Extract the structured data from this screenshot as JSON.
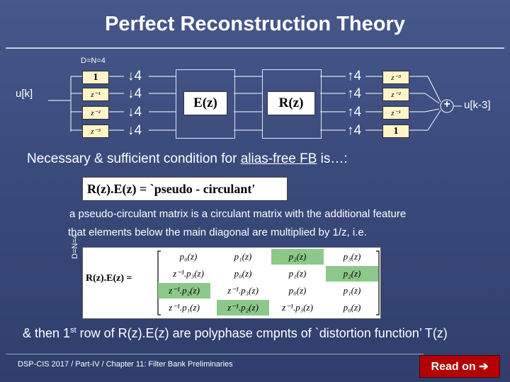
{
  "slide": {
    "title": "Perfect Reconstruction Theory",
    "dn_label_top": "D=N=4",
    "input_label": "u[k]",
    "output_label": "u[k-3]",
    "analysis_delays": [
      "1",
      "z⁻¹",
      "z⁻²",
      "z⁻³"
    ],
    "downsample_symbols": [
      "↓4",
      "↓4",
      "↓4",
      "↓4"
    ],
    "E_block": "E(z)",
    "R_block": "R(z)",
    "upsample_symbols": [
      "↑4",
      "↑4",
      "↑4",
      "↑4"
    ],
    "synthesis_delays": [
      "z⁻³",
      "z⁻²",
      "z⁻¹",
      "1"
    ],
    "sum_symbol": "+",
    "condition_before": "Necessary & sufficient condition for ",
    "condition_link": "alias-free FB",
    "condition_after": " is…:",
    "equation": "R(z).E(z) = `pseudo - circulant'",
    "desc_line1": "a pseudo-circulant matrix is a circulant matrix with the additional feature",
    "desc_line2": "that elements below the main diagonal are multiplied by 1/z, i.e.",
    "dn_label_vertical": "D=N=4",
    "matrix_label": "R(z).E(z) =",
    "matrix_rows": [
      [
        "p₀(z)",
        "p₁(z)",
        "p₂(z)",
        "p₃(z)"
      ],
      [
        "z⁻¹.p₃(z)",
        "p₀(z)",
        "p₁(z)",
        "p₂(z)"
      ],
      [
        "z⁻¹.p₂(z)",
        "z⁻¹.p₃(z)",
        "p₀(z)",
        "p₁(z)"
      ],
      [
        "z⁻¹.p₁(z)",
        "z⁻¹.p₂(z)",
        "z⁻¹.p₃(z)",
        "p₀(z)"
      ]
    ],
    "highlight_color": "#8cc889",
    "final_before": "& then 1",
    "final_sup": "st",
    "final_after": " row of R(z).E(z) are polyphase cmpnts of `distortion function’ T(z)",
    "footer": "DSP-CIS 2017 / Part-IV / Chapter 11: Filter Bank Preliminaries",
    "read_on": "Read on ➔"
  }
}
